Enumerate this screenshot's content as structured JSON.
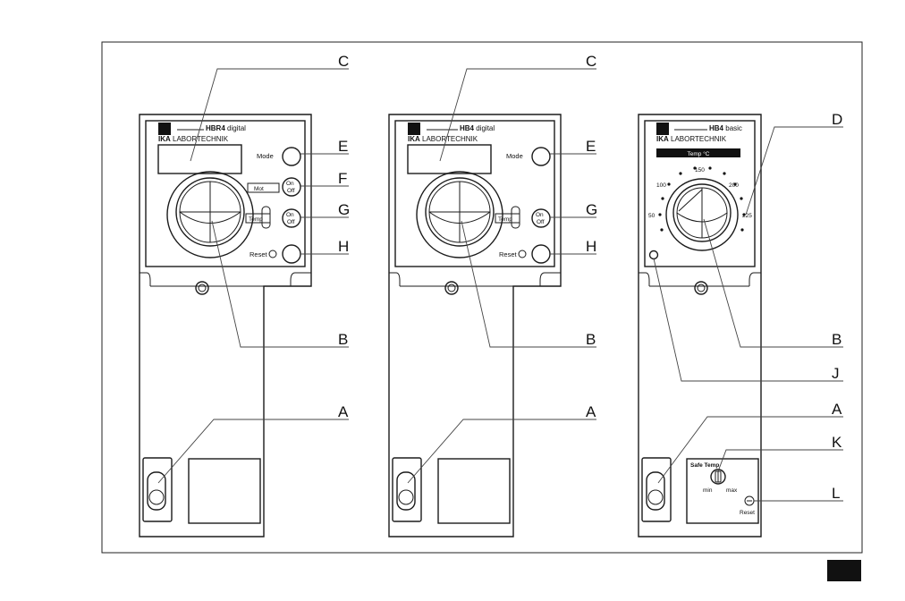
{
  "panels": [
    {
      "id": "hbr4-digital",
      "model": "HBR4",
      "variant": "digital",
      "brand_bold": "IKA",
      "brand_rest": "LABORTECHNIK",
      "controls": {
        "mode": "Mode",
        "mot": "Mot",
        "temp": "Temp",
        "on": "On",
        "off": "Off",
        "reset": "Reset"
      },
      "letters": [
        "C",
        "E",
        "F",
        "G",
        "H",
        "B",
        "A"
      ]
    },
    {
      "id": "hb4-digital",
      "model": "HB4",
      "variant": "digital",
      "brand_bold": "IKA",
      "brand_rest": "LABORTECHNIK",
      "controls": {
        "mode": "Mode",
        "temp": "Temp",
        "on": "On",
        "off": "Off",
        "reset": "Reset"
      },
      "letters": [
        "C",
        "E",
        "G",
        "H",
        "B",
        "A"
      ]
    },
    {
      "id": "hb4-basic",
      "model": "HB4",
      "variant": "basic",
      "brand_bold": "IKA",
      "brand_rest": "LABORTECHNIK",
      "display_label": "Temp  °C",
      "dial_ticks": [
        "50",
        "100",
        "150",
        "200",
        "225"
      ],
      "safe_temp": {
        "title": "Safe Temp",
        "min": "min",
        "max": "max",
        "reset": "Reset"
      },
      "letters": [
        "D",
        "B",
        "J",
        "A",
        "K",
        "L"
      ]
    }
  ]
}
